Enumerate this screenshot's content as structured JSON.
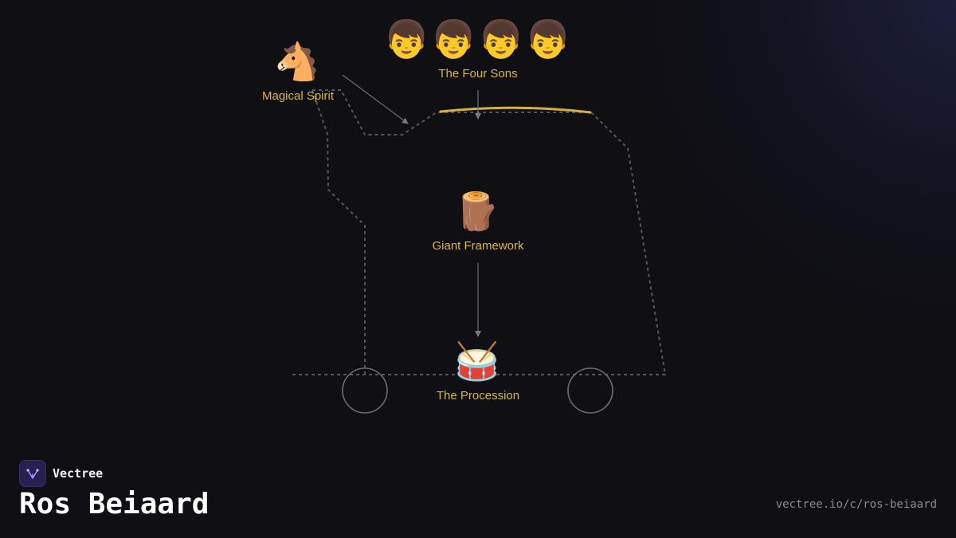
{
  "nodes": {
    "spirit": {
      "emoji": "🐴",
      "label": "Magical Spirit"
    },
    "sons": {
      "emoji": "👦👦👦👦",
      "label": "The Four Sons"
    },
    "framework": {
      "emoji": "🪵",
      "label": "Giant Framework"
    },
    "procession": {
      "emoji": "🥁",
      "label": "The Procession"
    }
  },
  "brand": {
    "name": "Vectree"
  },
  "title": "Ros Beiaard",
  "url": "vectree.io/c/ros-beiaard",
  "colors": {
    "background": "#0f0f14",
    "label": "#d9b548",
    "saddle_arc": "#d4b040",
    "outline": "#5a5a62",
    "arrow": "#6e6e76",
    "logo": "#8b5cf6"
  }
}
